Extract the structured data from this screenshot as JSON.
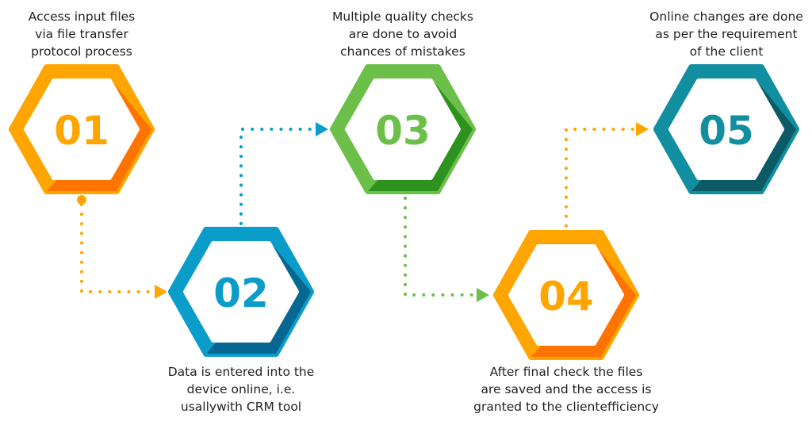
{
  "steps": [
    {
      "number": "01",
      "lines": [
        "Access input files",
        "via file transfer",
        "protocol process"
      ],
      "light": "#FFA500",
      "dark": "#FF7300"
    },
    {
      "number": "02",
      "lines": [
        "Data is entered into the",
        "device online, i.e.",
        "usallywith CRM tool"
      ],
      "light": "#0A9DC9",
      "dark": "#066791"
    },
    {
      "number": "03",
      "lines": [
        "Multiple quality checks",
        "are done to avoid",
        "chances of mistakes"
      ],
      "light": "#6CC04A",
      "dark": "#2E921E"
    },
    {
      "number": "04",
      "lines": [
        "After final check the files",
        "are saved and the access is",
        "granted to the clientefficiency"
      ],
      "light": "#FFA500",
      "dark": "#FF7300"
    },
    {
      "number": "05",
      "lines": [
        "Online changes are done",
        "as per the requirement",
        "of the client"
      ],
      "light": "#118E9F",
      "dark": "#0C5A66"
    }
  ],
  "connectors": [
    {
      "from": "01",
      "to": "02",
      "color": "#FFA500"
    },
    {
      "from": "02",
      "to": "03",
      "color": "#0A9DC9"
    },
    {
      "from": "03",
      "to": "04",
      "color": "#6CC04A"
    },
    {
      "from": "04",
      "to": "05",
      "color": "#FFA500"
    }
  ]
}
